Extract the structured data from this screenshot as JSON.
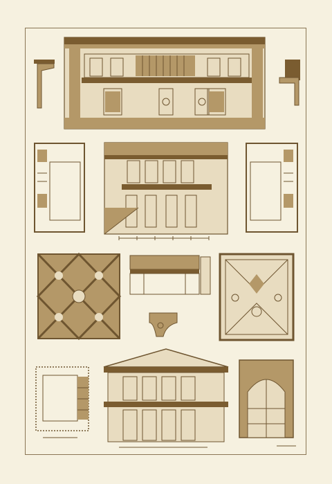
{
  "sheet": {
    "paper_color": "#f6f1e0",
    "ink_color": "#6e5530",
    "shade_color": "#b49868",
    "dark_color": "#7a5c30"
  },
  "panels": [
    {
      "name": "hall-elevation",
      "icon": "facade-elevation"
    },
    {
      "name": "cornice-profile-left",
      "icon": "moulding-profile"
    },
    {
      "name": "cornice-profile-right",
      "icon": "moulding-profile"
    },
    {
      "name": "floor-plan-left",
      "icon": "floor-plan"
    },
    {
      "name": "interior-section",
      "icon": "section-drawing"
    },
    {
      "name": "floor-plan-right",
      "icon": "floor-plan"
    },
    {
      "name": "coffered-ceiling",
      "icon": "ceiling-pattern"
    },
    {
      "name": "frieze-detail",
      "icon": "frieze"
    },
    {
      "name": "bracket-detail",
      "icon": "console-bracket"
    },
    {
      "name": "painted-ceiling",
      "icon": "ceiling-pattern"
    },
    {
      "name": "temple-plan",
      "icon": "floor-plan"
    },
    {
      "name": "pediment-section",
      "icon": "section-drawing"
    },
    {
      "name": "arched-window",
      "icon": "window-elevation"
    }
  ]
}
